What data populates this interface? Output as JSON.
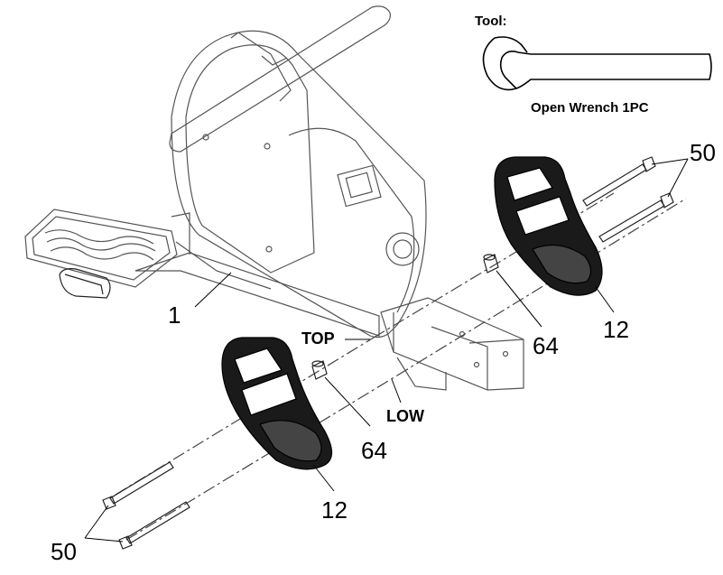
{
  "tool": {
    "heading": "Tool:",
    "name": "Open Wrench 1PC",
    "icon": "open-wrench-icon"
  },
  "labels": {
    "frame": "1",
    "pedal_right": "12",
    "pedal_left": "12",
    "bolts_right": "50",
    "bolts_left": "50",
    "spacer_right": "64",
    "spacer_left": "64",
    "hole_top": "TOP",
    "hole_low": "LOW"
  },
  "colors": {
    "line": "#000000",
    "light_line": "#555555",
    "pedal_fill": "#1a1a1a"
  }
}
